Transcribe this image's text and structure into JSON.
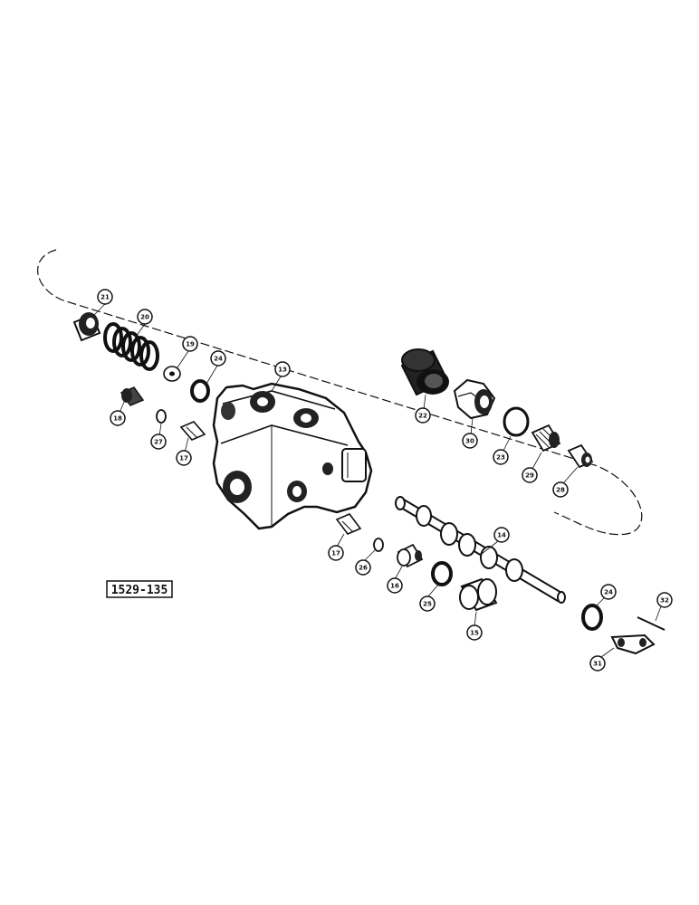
{
  "figure_label": "1529-135",
  "callouts": {
    "c21": "21",
    "c20": "20",
    "c19": "19",
    "c24a": "24",
    "c13": "13",
    "c18": "18",
    "c27": "27",
    "c17a": "17",
    "c22": "22",
    "c30": "30",
    "c23": "23",
    "c29": "29",
    "c28": "28",
    "c14": "14",
    "c17b": "17",
    "c26": "26",
    "c16": "16",
    "c25": "25",
    "c15": "15",
    "c24b": "24",
    "c32": "32",
    "c31": "31"
  },
  "colors": {
    "ink": "#111111",
    "paper": "#ffffff"
  }
}
